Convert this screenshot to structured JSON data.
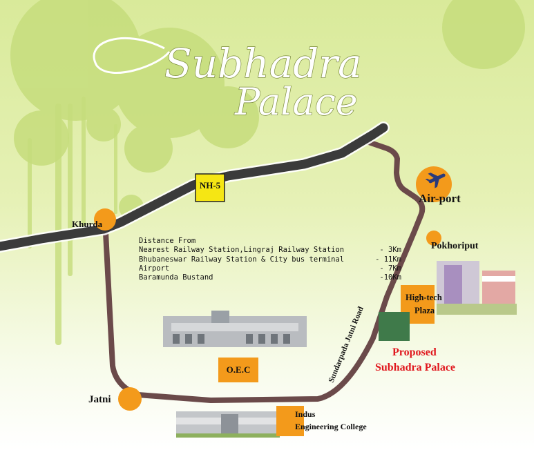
{
  "title": {
    "line1": "Subhadra",
    "line2": "Palace"
  },
  "highway": "NH-5",
  "road_label": "Sundarpada Jatni Road",
  "places": {
    "khurda": "Khurda",
    "airport": "Air-port",
    "pokhoriput": "Pokhoriput",
    "jatni": "Jatni",
    "hightech_line1": "High-tech",
    "hightech_line2": "Plaza",
    "oec": "O.E.C",
    "indus_line1": "Indus",
    "indus_line2": "Engineering College",
    "proposed_line1": "Proposed",
    "proposed_line2": "Subhadra Palace"
  },
  "distance": {
    "heading": "Distance From",
    "rows": [
      {
        "place": "Nearest Railway Station,Lingraj Railway Station",
        "value": "- 3Km"
      },
      {
        "place": "Bhubaneswar Railway Station & City bus terminal",
        "value": "- 11Km"
      },
      {
        "place": "Airport",
        "value": "- 7Km"
      },
      {
        "place": "Baramunda Bustand",
        "value": "-10Km"
      }
    ]
  },
  "icons": {
    "airport": "airplane-icon"
  },
  "colors": {
    "highway": "#3b3b3b",
    "local_road": "#6b4a4a",
    "marker": "#f39a1b",
    "nh_sign": "#f5e614",
    "proposed_site": "#3f7a4a",
    "proposed_text": "#e0161d",
    "background": "#dcec9f"
  }
}
